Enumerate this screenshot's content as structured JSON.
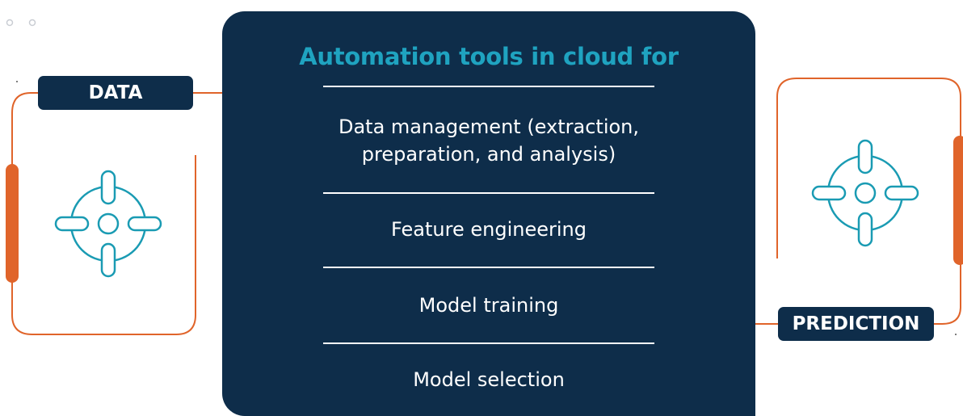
{
  "colors": {
    "navy": "#0e2d4a",
    "accent_orange": "#e0642a",
    "title_teal": "#1fa3c0",
    "icon_teal": "#1a9bb3",
    "white": "#ffffff"
  },
  "center": {
    "title": "Automation tools in cloud for",
    "items": [
      "Data management (extraction,",
      "preparation, and analysis)",
      "Feature engineering",
      "Model training",
      "Model selection"
    ]
  },
  "input": {
    "label": "DATA",
    "icon": "target-crosshair-icon"
  },
  "output": {
    "label": "PREDICTION",
    "icon": "target-crosshair-icon"
  }
}
